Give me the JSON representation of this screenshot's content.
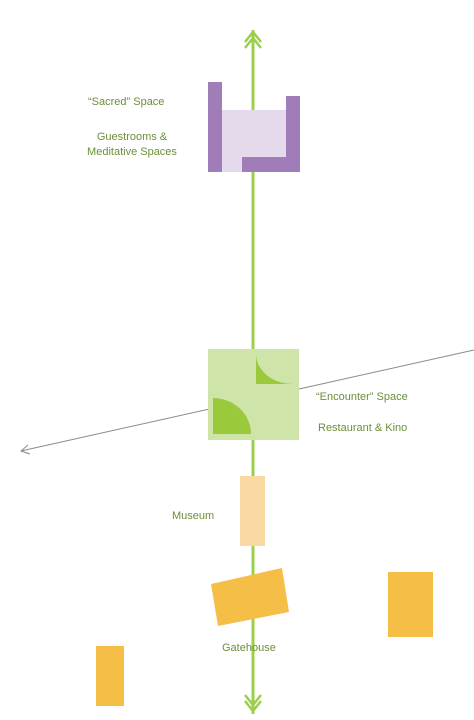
{
  "labels": {
    "sacred_title": "“Sacred” Space",
    "sacred_sub_line1": "Guestrooms &",
    "sacred_sub_line2": "Meditative Spaces",
    "encounter_title": "“Encounter” Space",
    "encounter_sub": "Restaurant & Kino",
    "museum": "Museum",
    "gatehouse": "Gatehouse"
  },
  "colors": {
    "axis_green": "#9bcf4b",
    "purple": "#a07cb8",
    "purple_light": "#e5d9ec",
    "green_light": "#cfe4a8",
    "green": "#9ac93b",
    "museum": "#f9d9a3",
    "yellow": "#f5bf47",
    "cross_line": "#8a8a8a",
    "label": "#6b8f3a"
  }
}
